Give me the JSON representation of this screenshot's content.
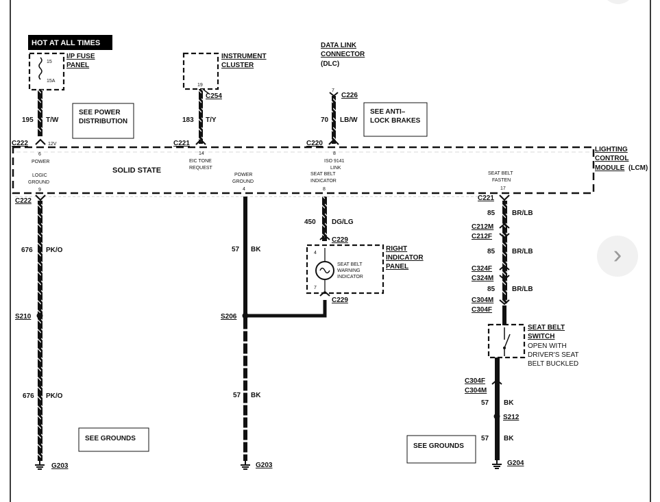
{
  "labels": {
    "hot_at_all_times": "HOT AT ALL TIMES",
    "ip_fuse_1": "I/P FUSE",
    "ip_fuse_2": "PANEL",
    "fuse_num": "15",
    "fuse_rating": "15A",
    "instr_1": "INSTRUMENT",
    "instr_2": "CLUSTER",
    "instr_pin": "19",
    "dlc_1": "DATA LINK",
    "dlc_2": "CONNECTOR",
    "dlc_3": "(DLC)",
    "c254": "C254",
    "c226": "C226",
    "c226_pin": "7",
    "wire_195": "195",
    "wire_195_color": "T/W",
    "see_power_1": "SEE POWER",
    "see_power_2": "DISTRIBUTION",
    "wire_183": "183",
    "wire_183_color": "T/Y",
    "wire_70": "70",
    "wire_70_color": "LB/W",
    "see_abs_1": "SEE ANTI–",
    "see_abs_2": "LOCK BRAKES",
    "c222_top": "C222",
    "v12": "12V",
    "c221_top": "C221",
    "c220": "C220",
    "lcm_1": "LIGHTING",
    "lcm_2": "CONTROL",
    "lcm_3": "MODULE",
    "lcm_3b": "(LCM)",
    "pin6": "6",
    "power": "POWER",
    "solid_state": "SOLID STATE",
    "pin14": "14",
    "eic_1": "EIC TONE",
    "eic_2": "REQUEST",
    "pin8": "8",
    "iso_1": "ISO 9141",
    "iso_2": "LINK",
    "logic_1": "LOGIC",
    "logic_2": "GROUND",
    "pin9": "9",
    "pg_1": "POWER",
    "pg_2": "GROUND",
    "pin4": "4",
    "sbi_1": "SEAT BELT",
    "sbi_2": "INDICATOR",
    "pin8b": "8",
    "sbf_1": "SEAT BELT",
    "sbf_2": "FASTEN",
    "pin17": "17",
    "c222_bot": "C222",
    "c221_bot": "C221",
    "wire_450": "450",
    "wire_450_color": "DG/LG",
    "c229_top": "C229",
    "right_ind_1": "RIGHT",
    "right_ind_2": "INDICATOR",
    "right_ind_3": "PANEL",
    "lamp_pin4": "4",
    "lamp_pin7": "7",
    "lamp_1": "SEAT BELT",
    "lamp_2": "WARNING",
    "lamp_3": "INDICATOR",
    "c229_bot": "C229",
    "wire_676_a": "676",
    "pko_a": "PK/O",
    "wire_57_a": "57",
    "bk_a": "BK",
    "wire_85_a": "85",
    "brlb_a": "BR/LB",
    "c212m": "C212M",
    "c212f": "C212F",
    "wire_85_b": "85",
    "brlb_b": "BR/LB",
    "c324f": "C324F",
    "c324m": "C324M",
    "wire_85_c": "85",
    "brlb_c": "BR/LB",
    "c304m_a": "C304M",
    "c304f_a": "C304F",
    "sbs_1": "SEAT BELT",
    "sbs_2": "SWITCH",
    "sbs_3": "OPEN WITH",
    "sbs_4": "DRIVER'S SEAT",
    "sbs_5": "BELT BUCKLED",
    "s210": "S210",
    "s206": "S206",
    "c304f_b": "C304F",
    "c304m_b": "C304M",
    "wire_676_b": "676",
    "pko_b": "PK/O",
    "wire_57_b": "57",
    "bk_b": "BK",
    "wire_57_c": "57",
    "bk_c": "BK",
    "s212": "S212",
    "see_grounds_a": "SEE GROUNDS",
    "see_grounds_b": "SEE GROUNDS",
    "wire_57_d": "57",
    "bk_d": "BK",
    "g203_a": "G203",
    "g203_b": "G203",
    "g204": "G204"
  },
  "controls": {
    "next_icon": "›"
  }
}
